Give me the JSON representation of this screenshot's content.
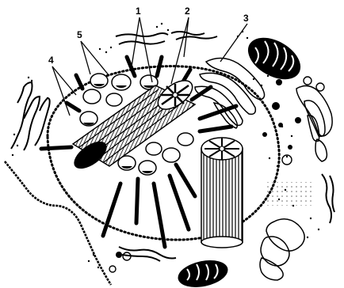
{
  "labels": {
    "l1": "1",
    "l2": "2",
    "l3": "3",
    "l4": "4",
    "l5": "5"
  },
  "colors": {
    "ink": "#000000",
    "paper": "#ffffff"
  }
}
